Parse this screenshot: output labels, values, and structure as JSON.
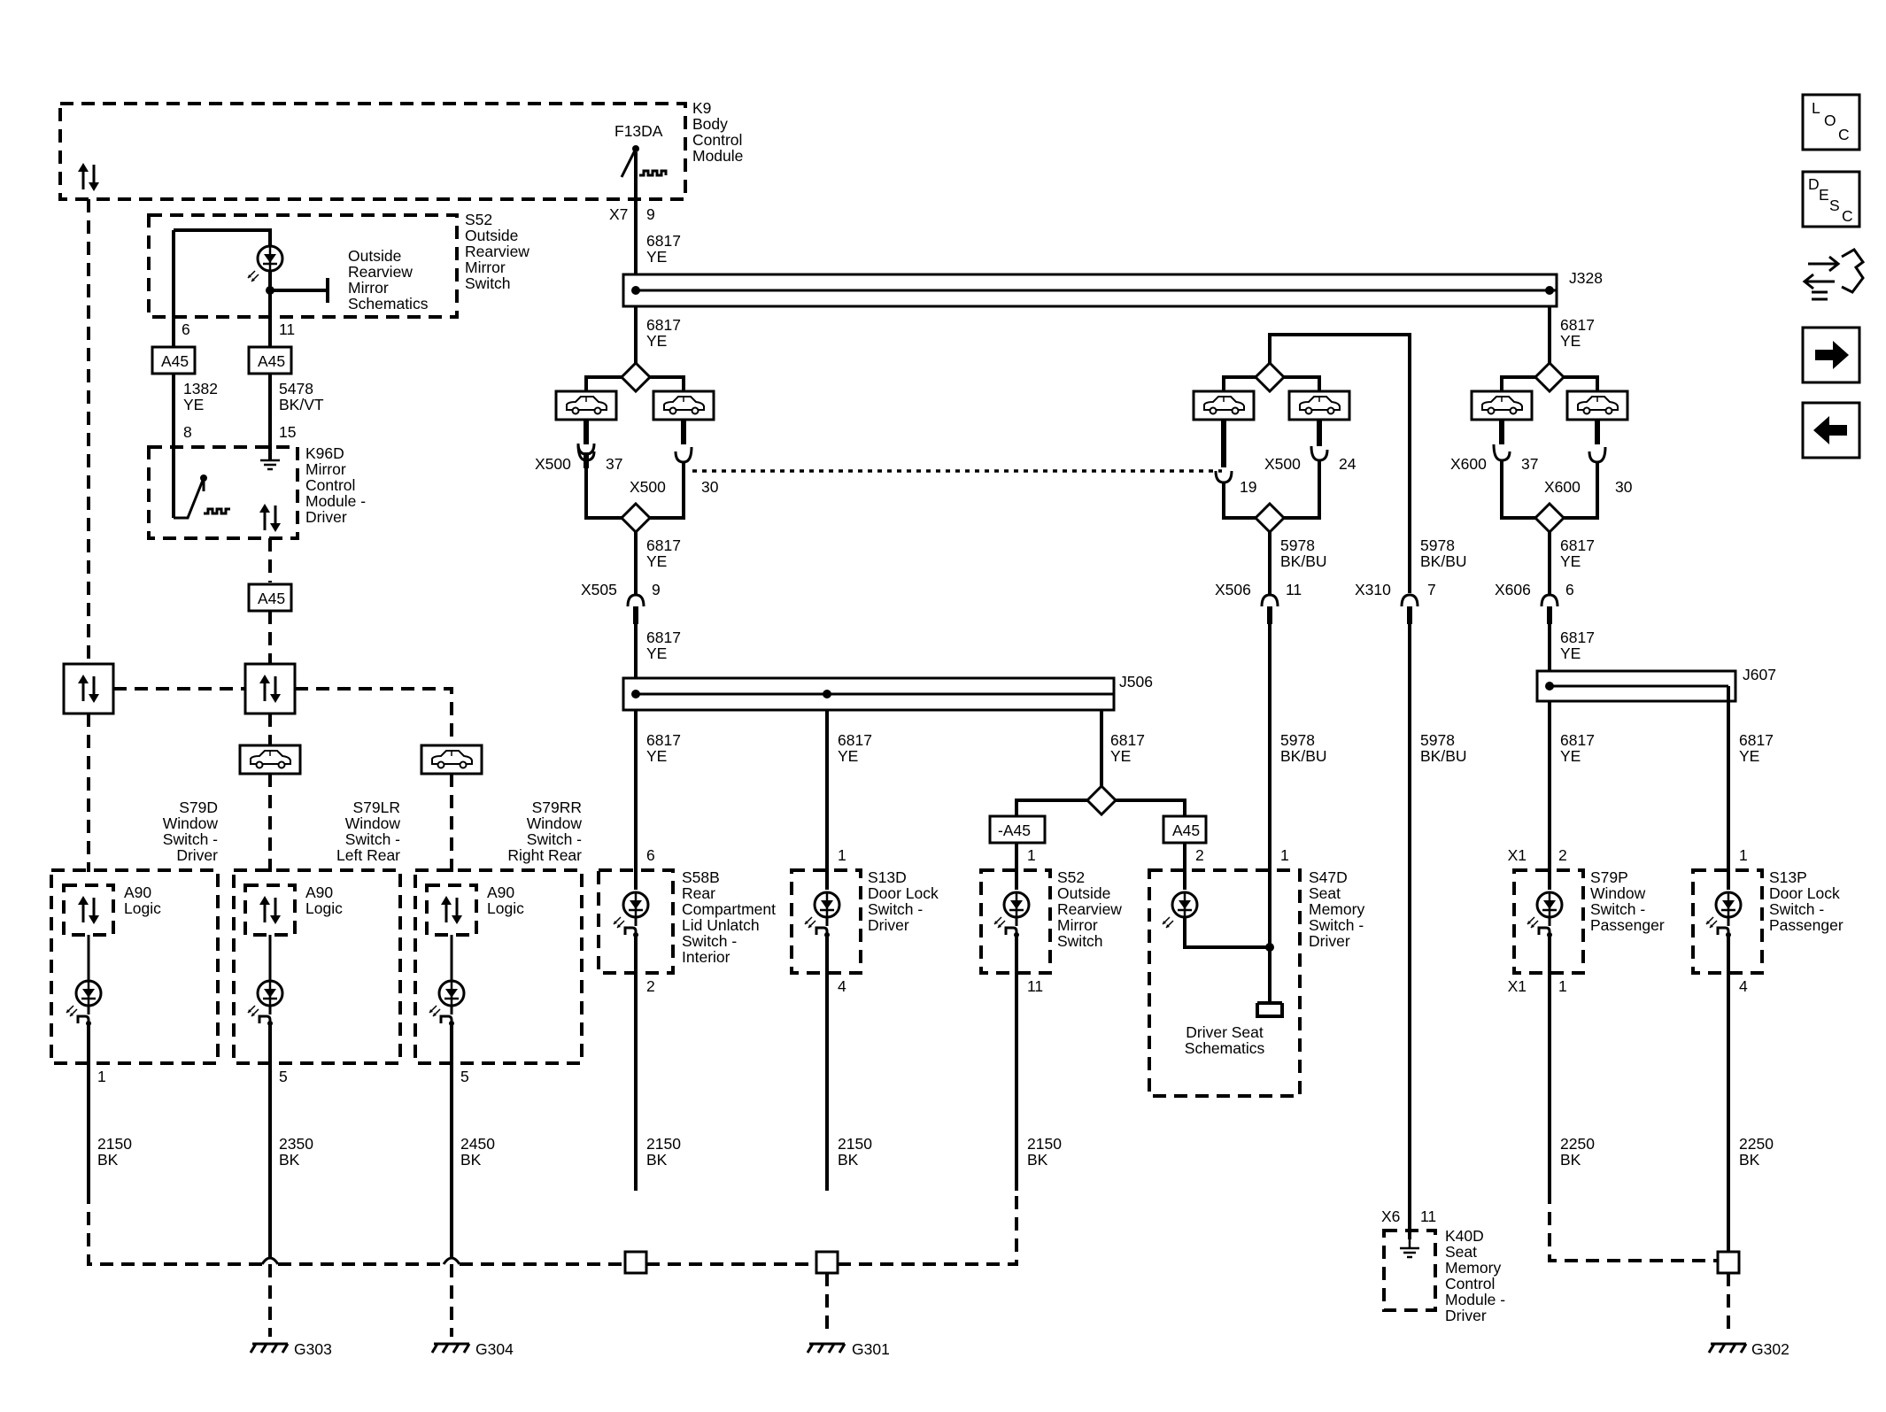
{
  "modules": {
    "k9": {
      "id": "K9",
      "l1": "Body",
      "l2": "Control",
      "l3": "Module",
      "fuse": "F13DA",
      "conn": "X7",
      "pin": "9"
    },
    "s52_top": {
      "id": "S52",
      "l1": "Outside",
      "l2": "Rearview",
      "l3": "Mirror",
      "l4": "Switch",
      "ref1": "Outside",
      "ref2": "Rearview",
      "ref3": "Mirror",
      "ref4": "Schematics",
      "pin_a": "6",
      "pin_b": "11"
    },
    "k96d": {
      "id": "K96D",
      "l1": "Mirror",
      "l2": "Control",
      "l3": "Module -",
      "l4": "Driver",
      "pin_a": "8",
      "pin_b": "15"
    },
    "s79d": {
      "id": "S79D",
      "l1": "Window",
      "l2": "Switch -",
      "l3": "Driver",
      "logic1": "A90",
      "logic2": "Logic",
      "pin": "1"
    },
    "s79lr": {
      "id": "S79LR",
      "l1": "Window",
      "l2": "Switch -",
      "l3": "Left Rear",
      "logic1": "A90",
      "logic2": "Logic",
      "pin": "5"
    },
    "s79rr": {
      "id": "S79RR",
      "l1": "Window",
      "l2": "Switch -",
      "l3": "Right Rear",
      "logic1": "A90",
      "logic2": "Logic",
      "pin": "5"
    },
    "s58b": {
      "id": "S58B",
      "l1": "Rear",
      "l2": "Compartment",
      "l3": "Lid Unlatch",
      "l4": "Switch -",
      "l5": "Interior",
      "pin_top": "6",
      "pin_bot": "2"
    },
    "s13d": {
      "id": "S13D",
      "l1": "Door Lock",
      "l2": "Switch -",
      "l3": "Driver",
      "pin_top": "1",
      "pin_bot": "4"
    },
    "s52": {
      "id": "S52",
      "l1": "Outside",
      "l2": "Rearview",
      "l3": "Mirror",
      "l4": "Switch",
      "pin_top": "1",
      "pin_bot": "11"
    },
    "s47d": {
      "id": "S47D",
      "l1": "Seat",
      "l2": "Memory",
      "l3": "Switch -",
      "l4": "Driver",
      "pin_a": "2",
      "pin_b": "1",
      "ref1": "Driver Seat",
      "ref2": "Schematics"
    },
    "s79p": {
      "id": "S79P",
      "l1": "Window",
      "l2": "Switch -",
      "l3": "Passenger",
      "conn_top": "X1",
      "pin_top": "2",
      "conn_bot": "X1",
      "pin_bot": "1"
    },
    "s13p": {
      "id": "S13P",
      "l1": "Door Lock",
      "l2": "Switch -",
      "l3": "Passenger",
      "pin_top": "1",
      "pin_bot": "4"
    },
    "k40d": {
      "id": "K40D",
      "l1": "Seat",
      "l2": "Memory",
      "l3": "Control",
      "l4": "Module -",
      "l5": "Driver",
      "conn": "X6",
      "pin": "11"
    }
  },
  "wires": {
    "w6817": {
      "circuit": "6817",
      "color": "YE"
    },
    "w1382": {
      "circuit": "1382",
      "color": "YE"
    },
    "w5478": {
      "circuit": "5478",
      "color": "BK/VT"
    },
    "w5978": {
      "circuit": "5978",
      "color": "BK/BU"
    },
    "w2150": {
      "circuit": "2150",
      "color": "BK"
    },
    "w2350": {
      "circuit": "2350",
      "color": "BK"
    },
    "w2450": {
      "circuit": "2450",
      "color": "BK"
    },
    "w2250": {
      "circuit": "2250",
      "color": "BK"
    }
  },
  "splices": {
    "j328": "J328",
    "j506": "J506",
    "j607": "J607"
  },
  "connectors": {
    "x500": "X500",
    "x600": "X600",
    "x505": "X505",
    "x506": "X506",
    "x310": "X310",
    "x606": "X606",
    "p37": "37",
    "p30": "30",
    "p19": "19",
    "p24": "24",
    "p9": "9",
    "p11": "11",
    "p7": "7",
    "p6": "6"
  },
  "option_codes": {
    "a45": "A45",
    "neg_a45": "-A45"
  },
  "grounds": {
    "g303": "G303",
    "g304": "G304",
    "g301": "G301",
    "g302": "G302"
  },
  "nav": {
    "loc": {
      "c1": "L",
      "c2": "O",
      "c3": "C"
    },
    "desc": {
      "c1": "D",
      "c2": "E",
      "c3": "S",
      "c4": "C"
    },
    "icons": [
      "connector-end-view-icon",
      "next-page-icon",
      "previous-page-icon"
    ]
  }
}
